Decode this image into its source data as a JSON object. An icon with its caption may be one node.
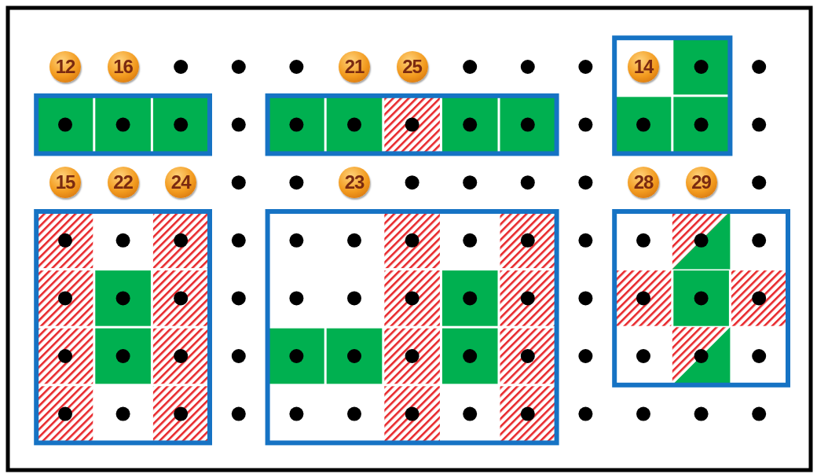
{
  "diagram": {
    "labels": [
      "12",
      "16",
      "21",
      "25",
      "14",
      "15",
      "22",
      "24",
      "23",
      "28",
      "29"
    ]
  }
}
